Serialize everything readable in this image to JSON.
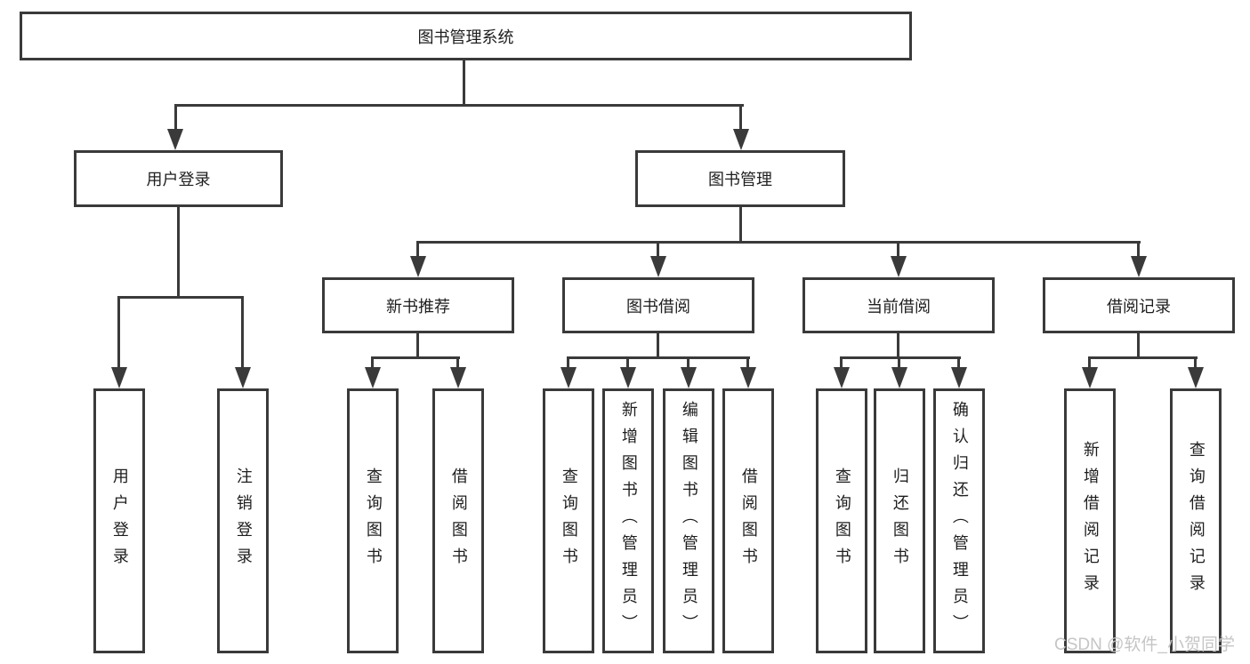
{
  "diagram_type": "hierarchy",
  "watermark": "CSDN @软件_小贺同学",
  "colors": {
    "line": "#3a3a3a",
    "box_border": "#3a3a3a",
    "text": "#1e1e1e",
    "watermark": "#c5c5c5",
    "background": "#ffffff"
  },
  "tree": {
    "root": "图书管理系统",
    "children": [
      {
        "label": "用户登录",
        "children": [
          "用户登录",
          "注销登录"
        ]
      },
      {
        "label": "图书管理",
        "children": [
          {
            "label": "新书推荐",
            "children": [
              "查询图书",
              "借阅图书"
            ]
          },
          {
            "label": "图书借阅",
            "children": [
              "查询图书",
              "新增图书（管理员）",
              "编辑图书（管理员）",
              "借阅图书"
            ]
          },
          {
            "label": "当前借阅",
            "children": [
              "查询图书",
              "归还图书",
              "确认归还（管理员）"
            ]
          },
          {
            "label": "借阅记录",
            "children": [
              "新增借阅记录",
              "查询借阅记录"
            ]
          }
        ]
      }
    ]
  }
}
